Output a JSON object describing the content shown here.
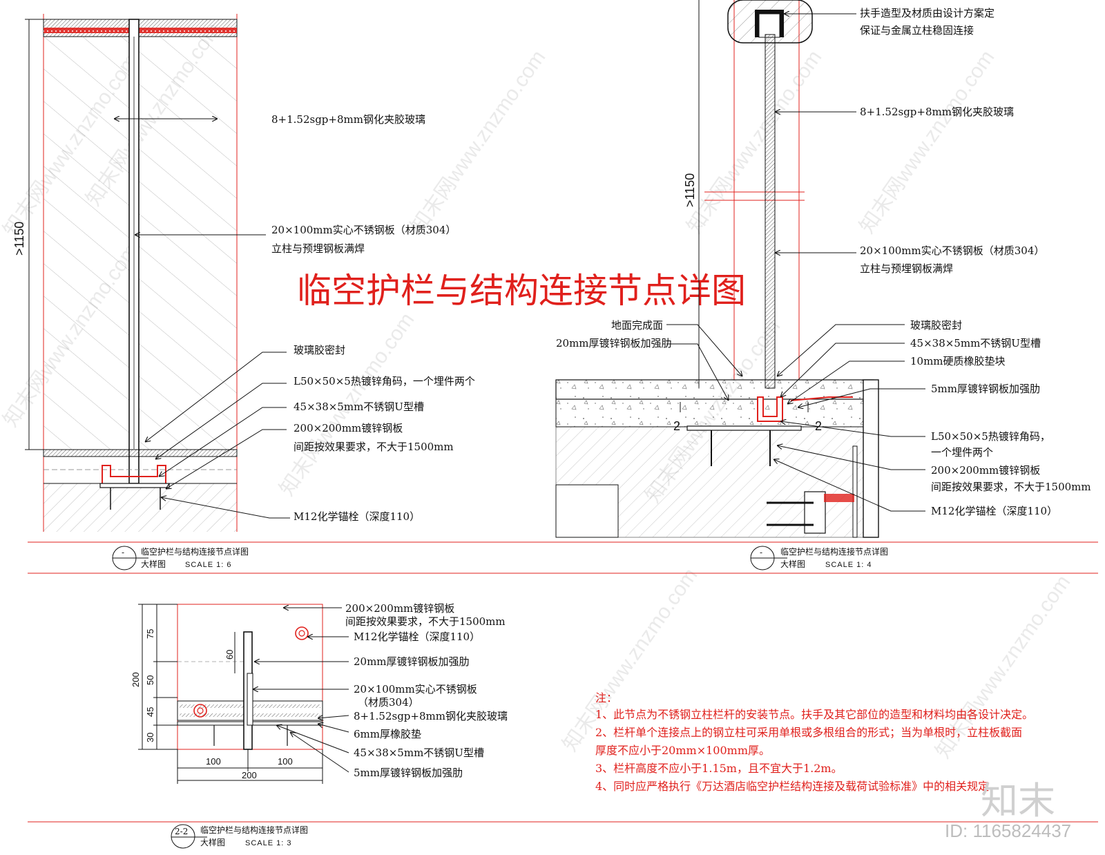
{
  "title": "临空护栏与结构连接节点详图",
  "left_detail": {
    "height_dim": ">1150",
    "labels": {
      "glass": "8+1.52sgp+8mm钢化夹胶玻璃",
      "post_line1": "20×100mm实心不锈钢板（材质304）",
      "post_line2": "立柱与预埋钢板满焊",
      "sealant": "玻璃胶密封",
      "angle": "L50×50×5热镀锌角码，一个埋件两个",
      "channel": "45×38×5mm不锈钢U型槽",
      "plate_line1": "200×200mm镀锌钢板",
      "plate_line2": "间距按效果要求，不大于1500mm",
      "anchor": "M12化学锚栓（深度110）"
    },
    "title_block": {
      "mark": "-",
      "name": "临空护栏与结构连接节点详图",
      "sub": "大样图",
      "scale": "SCALE 1: 6"
    }
  },
  "right_detail": {
    "height_dim": ">1150",
    "labels": {
      "handrail_line1": "扶手造型及材质由设计方案定",
      "handrail_line2": "保证与金属立柱稳固连接",
      "glass": "8+1.52sgp+8mm钢化夹胶玻璃",
      "post_line1": "20×100mm实心不锈钢板（材质304）",
      "post_line2": "立柱与预埋钢板满焊",
      "floor_finish": "地面完成面",
      "rib20": "20mm厚镀锌钢板加强肋",
      "sealant": "玻璃胶密封",
      "channel": "45×38×5mm不锈钢U型槽",
      "rubber10": "10mm硬质橡胶垫块",
      "rib5": "5mm厚镀锌钢板加强肋",
      "angle_line1": "L50×50×5热镀锌角码，",
      "angle_line2": "一个埋件两个",
      "plate_line1": "200×200mm镀锌钢板",
      "plate_line2": "间距按效果要求，不大于1500mm",
      "anchor": "M12化学锚栓（深度110）",
      "section_mark": "2"
    },
    "title_block": {
      "mark": "-",
      "name": "临空护栏与结构连接节点详图",
      "sub": "大样图",
      "scale": "SCALE 1: 4"
    }
  },
  "plan_detail": {
    "dims_left": [
      "75",
      "50",
      "45",
      "30"
    ],
    "dim_total": "200",
    "dim_60": "60",
    "dims_bottom": [
      "100",
      "100"
    ],
    "dim_bottom_total": "200",
    "labels": {
      "plate_line1": "200×200mm镀锌钢板",
      "plate_line2": "间距按效果要求，不大于1500mm",
      "anchor": "M12化学锚栓（深度110）",
      "rib20": "20mm厚镀锌钢板加强肋",
      "post_line1": "20×100mm实心不锈钢板",
      "post_line2": "（材质304）",
      "glass": "8+1.52sgp+8mm钢化夹胶玻璃",
      "rubber6": "6mm厚橡胶垫",
      "channel": "45×38×5mm不锈钢U型槽",
      "rib5": "5mm厚镀锌钢板加强肋"
    },
    "title_block": {
      "mark": "2-2",
      "name": "临空护栏与结构连接节点详图",
      "sub": "大样图",
      "scale": "SCALE 1: 3"
    }
  },
  "notes": {
    "heading": "注：",
    "items": [
      "1、此节点为不锈钢立柱栏杆的安装节点。扶手及其它部位的造型和材料均由各设计决定。",
      "2、栏杆单个连接点上的钢立柱可采用单根或多根组合的形式；当为单根时，立柱板截面",
      "厚度不应小于20mm×100mm厚。",
      "3、栏杆高度不应小于1.15m，且不宜大于1.2m。",
      "4、同时应严格执行《万达酒店临空护栏结构连接及载荷试验标准》中的相关规定"
    ]
  },
  "watermark": {
    "text": "知末网www.znzmo.com",
    "logo": "知末",
    "id": "ID: 1165824437"
  },
  "colors": {
    "red": "#e0201c",
    "ink": "#111111",
    "hatch": "#555555"
  }
}
